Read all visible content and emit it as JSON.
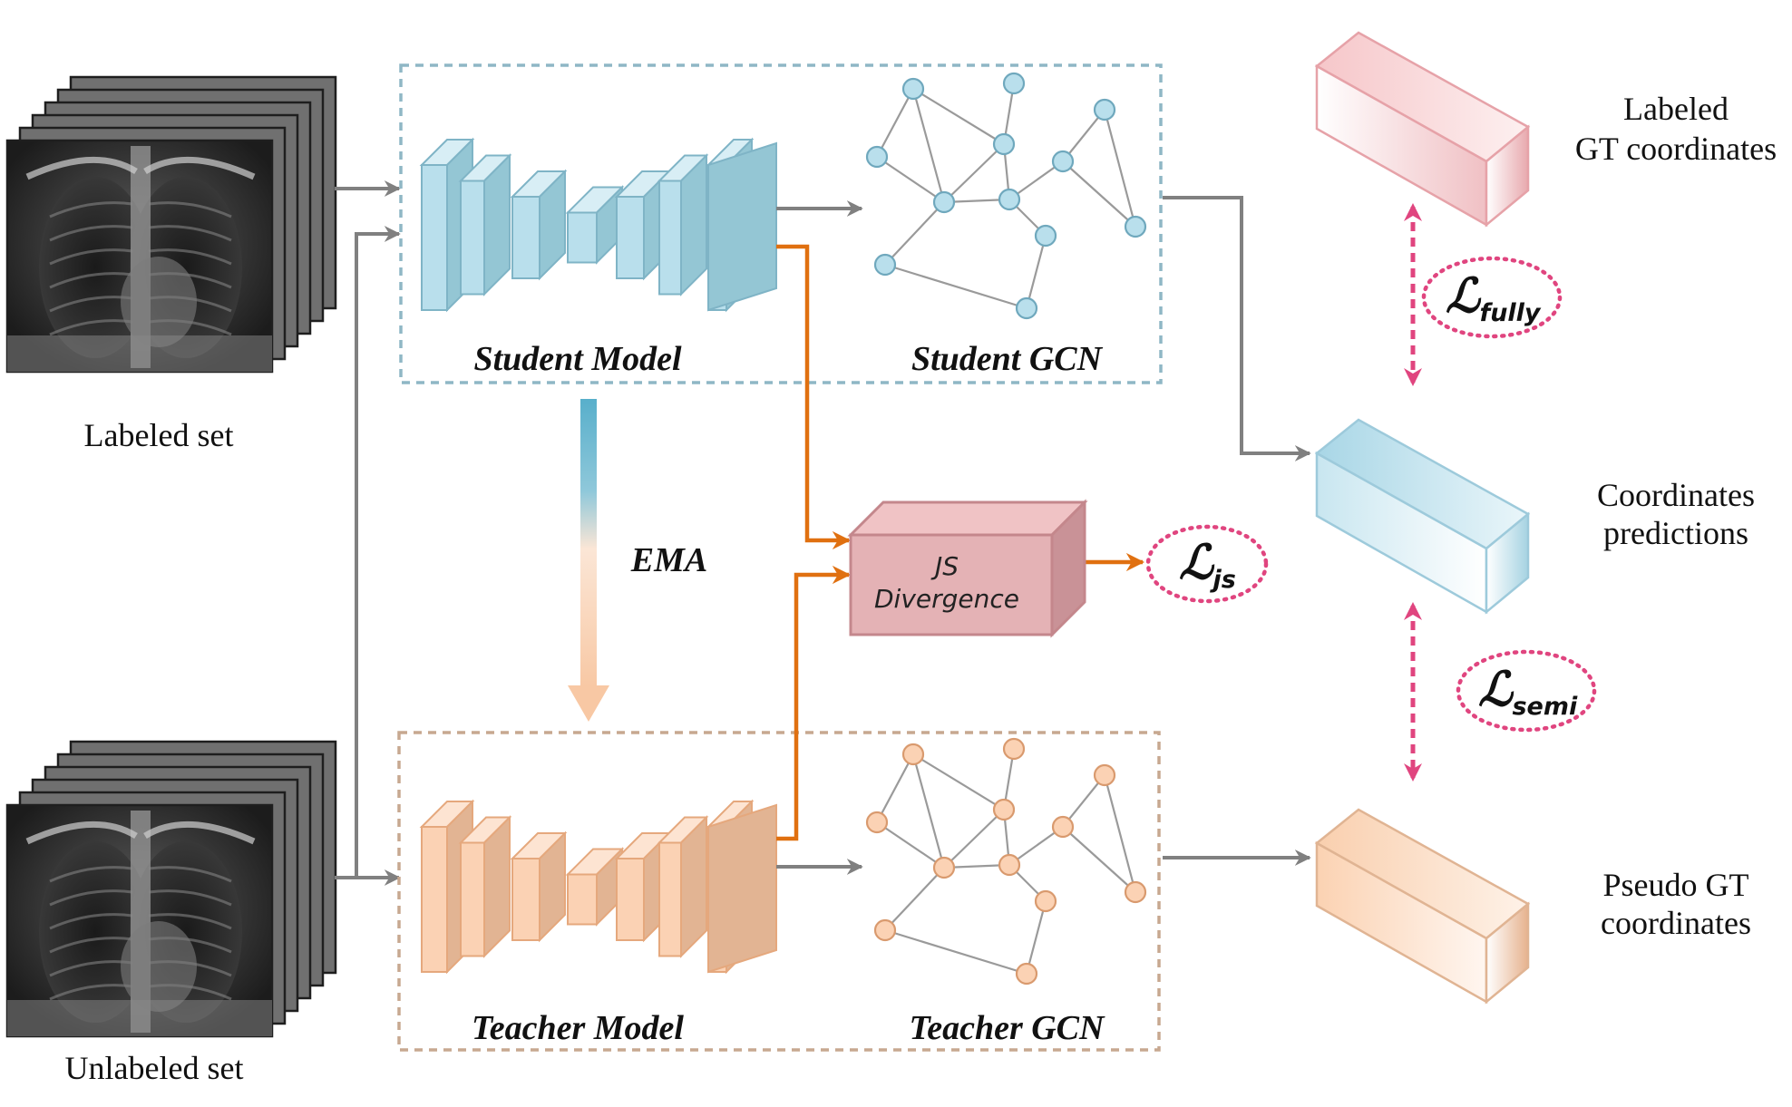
{
  "inputs": {
    "labeled_set": "Labeled set",
    "unlabeled_set": "Unlabeled set"
  },
  "student": {
    "model_label": "Student Model",
    "gcn_label": "Student GCN"
  },
  "teacher": {
    "model_label": "Teacher Model",
    "gcn_label": "Teacher GCN"
  },
  "ema_label": "EMA",
  "js_divergence": {
    "line1": "JS",
    "line2": "Divergence"
  },
  "losses": {
    "symbol": "ℒ",
    "js_sub": "js",
    "fully_sub": "fully",
    "semi_sub": "semi"
  },
  "outputs": {
    "labeled_gt_line1": "Labeled",
    "labeled_gt_line2": "GT coordinates",
    "predictions_line1": "Coordinates",
    "predictions_line2": "predictions",
    "pseudo_gt_line1": "Pseudo GT",
    "pseudo_gt_line2": "coordinates"
  },
  "colors": {
    "student_blue": "#b9dfec",
    "teacher_orange": "#fbd2b4",
    "js_red": "#e4b2b5",
    "arrow_gray": "#808080",
    "arrow_orange": "#e07010",
    "loss_pink": "#e0457f"
  }
}
